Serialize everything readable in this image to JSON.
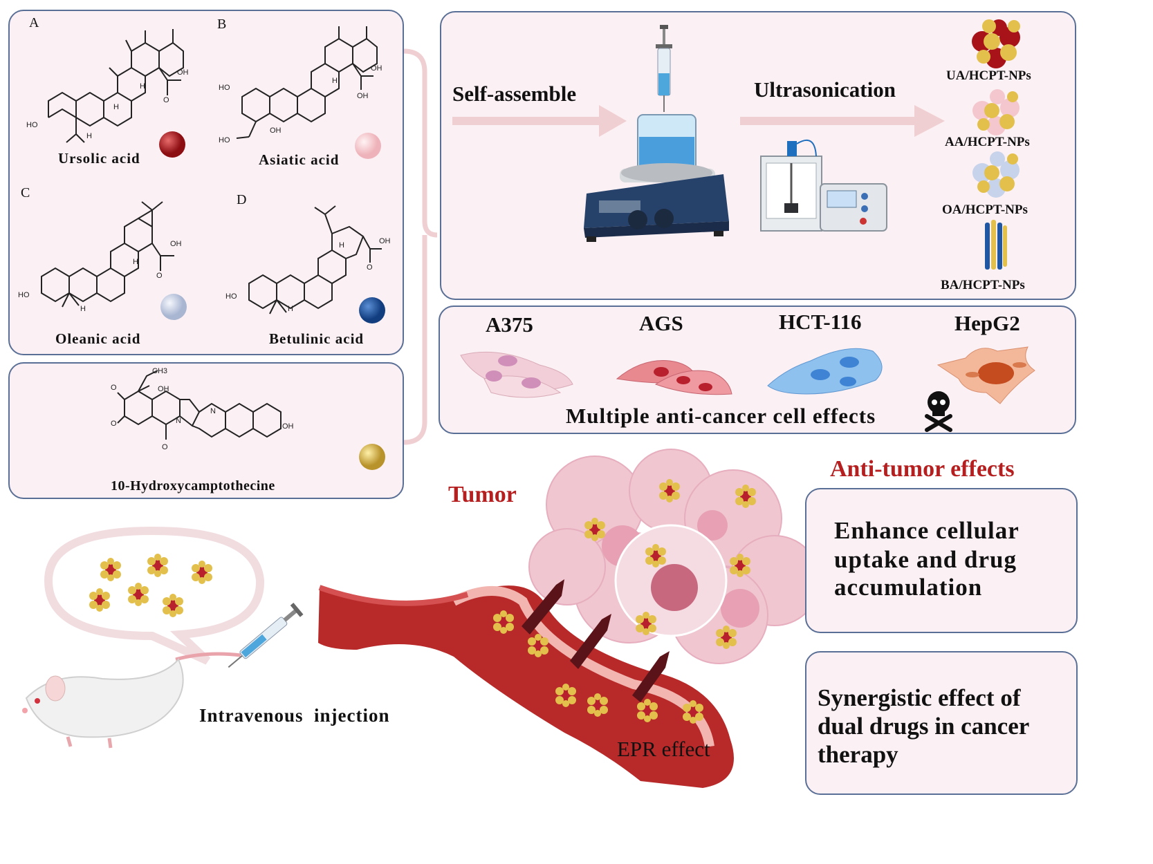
{
  "compounds": {
    "a": {
      "letter": "A",
      "name": "Ursolic acid",
      "color": "#b0141c"
    },
    "b": {
      "letter": "B",
      "name": "Asiatic acid",
      "color": "#f4c8cd"
    },
    "c": {
      "letter": "C",
      "name": "Oleanic acid",
      "color": "#c9d3e8"
    },
    "d": {
      "letter": "D",
      "name": "Betulinic acid",
      "color": "#1f57a4"
    },
    "hcpt": {
      "name": "10-Hydroxycamptothecine",
      "color": "#d8b84a"
    }
  },
  "atoms": {
    "oh": "OH",
    "ho": "HO",
    "h": "H",
    "o": "O",
    "n": "N",
    "ch3": "CH3"
  },
  "process": {
    "self_assemble": "Self-assemble",
    "ultrasonication": "Ultrasonication"
  },
  "nps": [
    "UA/HCPT-NPs",
    "AA/HCPT-NPs",
    "OA/HCPT-NPs",
    "BA/HCPT-NPs"
  ],
  "cells": {
    "lines": [
      "A375",
      "AGS",
      "HCT-116",
      "HepG2"
    ],
    "caption": "Multiple anti-cancer cell effects"
  },
  "tumor": {
    "label": "Tumor",
    "epr": "EPR effect",
    "injection": "Intravenous  injection"
  },
  "effects": {
    "title": "Anti-tumor effects",
    "box1": [
      "Enhance cellular",
      "uptake and drug",
      "accumulation"
    ],
    "box2": [
      "Synergistic effect of",
      "dual drugs in cancer",
      "therapy"
    ]
  },
  "colors": {
    "accent_red": "#b51f1f",
    "panel_border": "#5a6f96",
    "panel_fill": "#fbf0f3"
  }
}
